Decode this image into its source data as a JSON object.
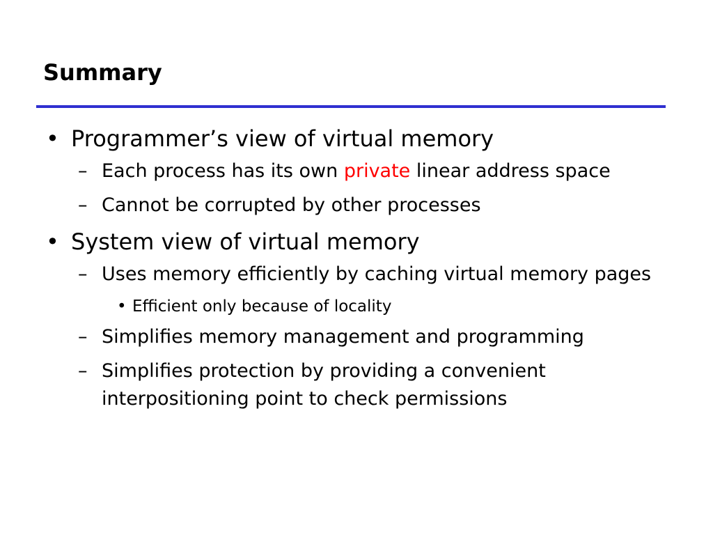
{
  "slide": {
    "title": "Summary",
    "colors": {
      "rule": "#2f2fd0",
      "highlight": "#ff0000",
      "text": "#000000"
    },
    "items": {
      "b1": {
        "text": "Programmer’s view of virtual memory",
        "s1_pre": "Each process has its own ",
        "s1_highlight": "private",
        "s1_post": " linear address space",
        "s2": "Cannot be corrupted by other processes"
      },
      "b2": {
        "text": "System view of virtual memory",
        "s1": "Uses memory efficiently by caching virtual memory pages",
        "s1_sub": "Efficient only because of locality",
        "s2": "Simplifies memory management and programming",
        "s3": "Simplifies protection by providing a convenient interpositioning point to check permissions"
      }
    },
    "markers": {
      "bullet": "•",
      "dash": "–",
      "small_bullet": "•"
    }
  }
}
